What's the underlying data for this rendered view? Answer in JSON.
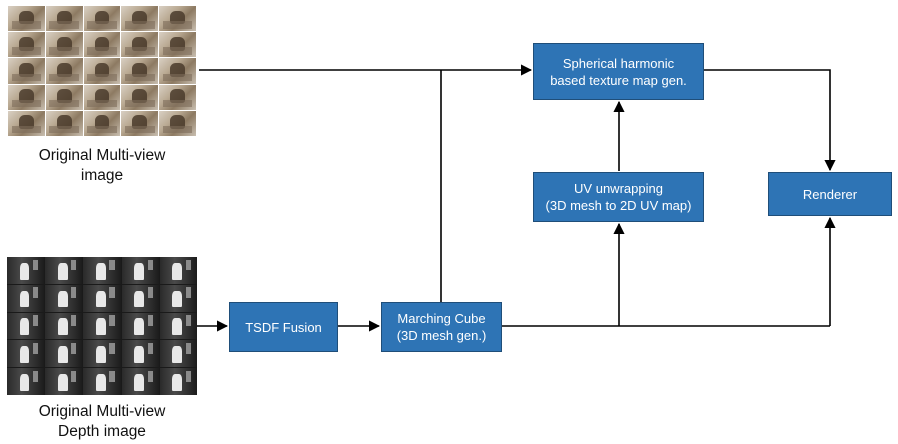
{
  "inputs": {
    "rgb_caption": "Original Multi-view\nimage",
    "depth_caption": "Original Multi-view\nDepth image"
  },
  "nodes": {
    "tsdf": "TSDF Fusion",
    "marching": "Marching Cube\n(3D mesh gen.)",
    "uv": "UV unwrapping\n(3D mesh to 2D UV map)",
    "sh": "Spherical harmonic\nbased texture map gen.",
    "renderer": "Renderer"
  },
  "colors": {
    "box_fill": "#2e74b5",
    "box_border": "#1f4e79",
    "wire": "#000000"
  }
}
